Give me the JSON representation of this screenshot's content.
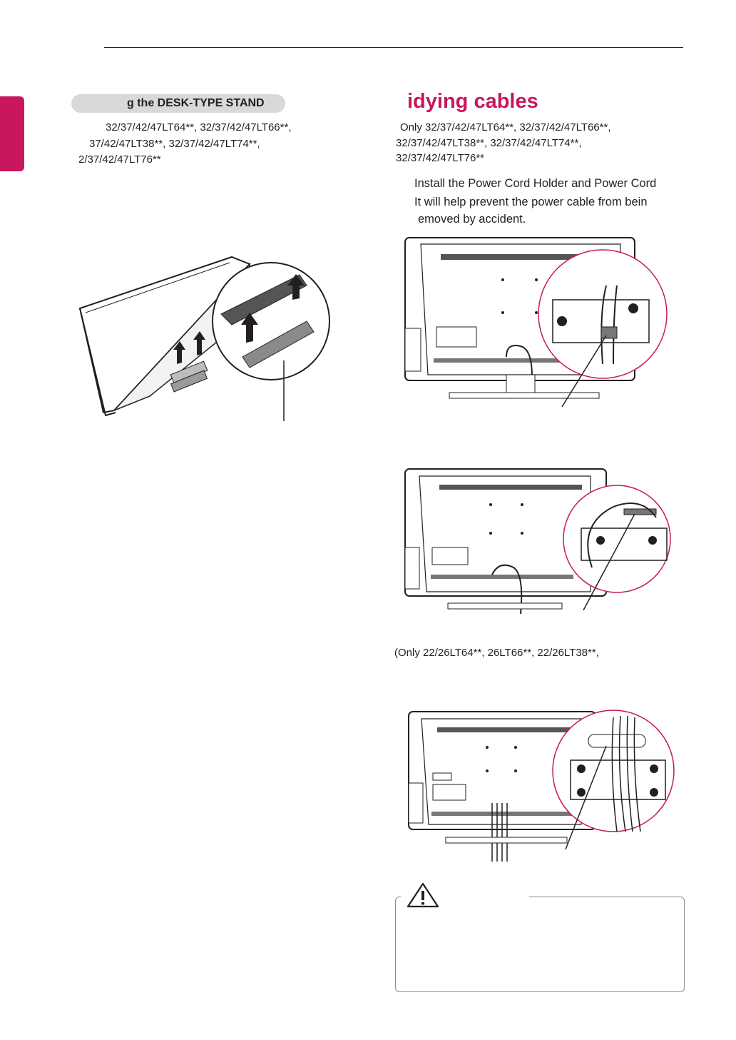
{
  "left": {
    "section_header": "g the DESK-TYPE STAND",
    "model_lines": [
      "32/37/42/47LT64**, 32/37/42/47LT66**,",
      "37/42/47LT38**, 32/37/42/47LT74**,",
      "2/37/42/47LT76**"
    ]
  },
  "right": {
    "title": "idying cables",
    "model_lines": [
      "Only 32/37/42/47LT64**, 32/37/42/47LT66**,",
      "32/37/42/47LT38**, 32/37/42/47LT74**,",
      "32/37/42/47LT76**"
    ],
    "instruction_lines": [
      "Install the Power Cord Holder and Power Cord",
      "It will help prevent the power cable from bein",
      "emoved by accident."
    ],
    "second_models": "(Only 22/26LT64**, 26LT66**, 22/26LT38**,"
  },
  "caution": {
    "icon": "warning-triangle-icon"
  },
  "colors": {
    "accent": "#c8175d",
    "pill": "#d9d9d9",
    "ink": "#231f20"
  }
}
